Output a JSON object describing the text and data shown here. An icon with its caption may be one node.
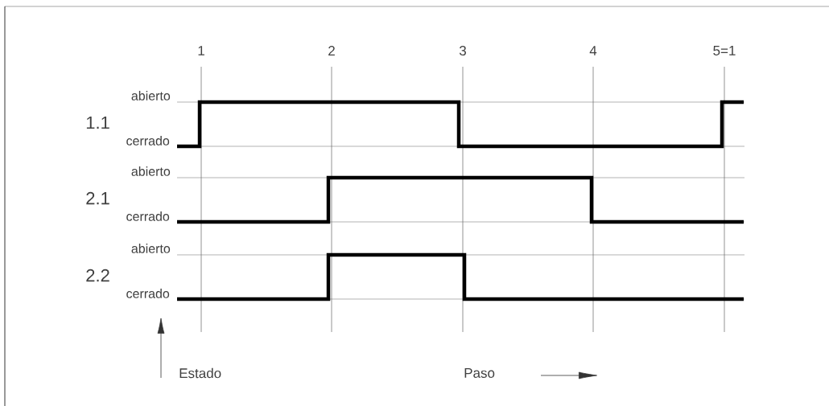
{
  "diagram": {
    "labels": [
      "1",
      "2",
      "3",
      "4",
      "5=1",
      "abierto",
      "1.1",
      "cerrado",
      "abierto",
      "2.1",
      "cerrado",
      "abierto",
      "2.2",
      "cerrado",
      "Estado",
      "Paso"
    ]
  }
}
